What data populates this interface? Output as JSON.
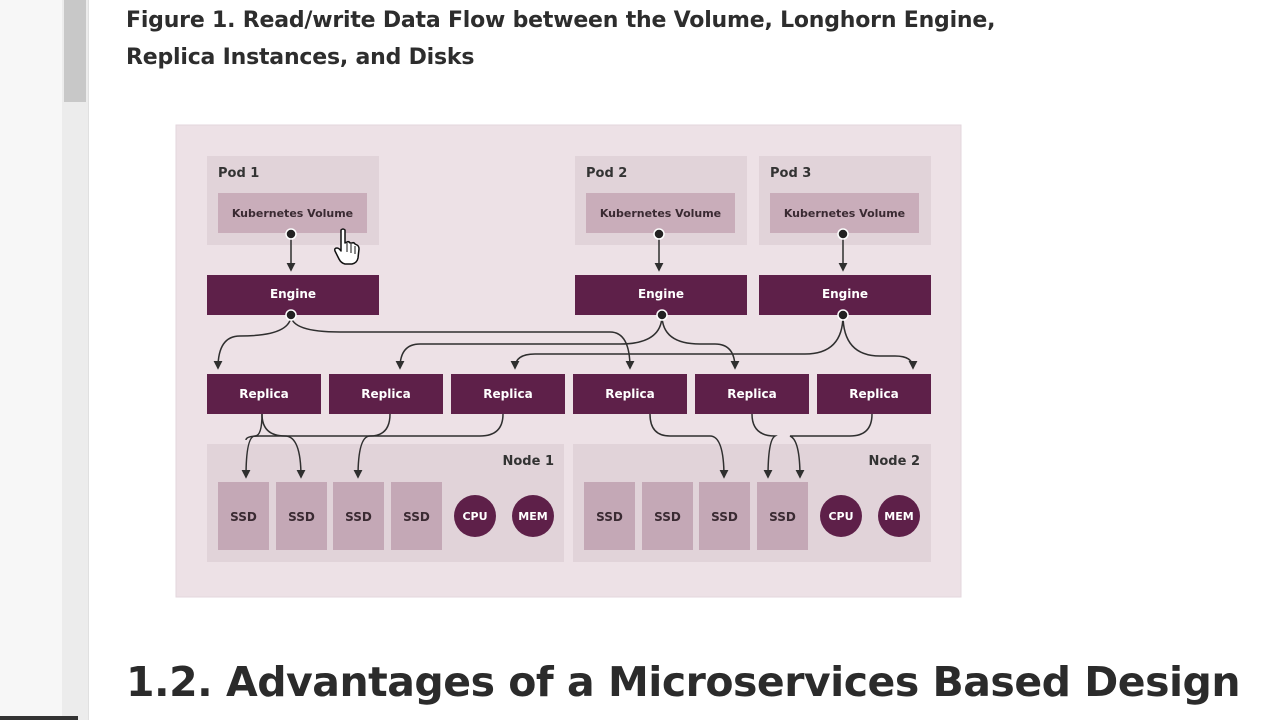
{
  "caption": "Figure 1. Read/write Data Flow between the Volume, Longhorn Engine, Replica Instances, and Disks",
  "section_heading": "1.2. Advantages of a Microservices Based Design",
  "colors": {
    "plum": "#5e2049",
    "panel": "#ede1e6",
    "group": "#e1d3d9",
    "box": "#c9adba",
    "ssd": "#c4a8b6"
  },
  "pods": [
    {
      "label": "Pod 1",
      "volume": "Kubernetes Volume",
      "engine": "Engine"
    },
    {
      "label": "Pod 2",
      "volume": "Kubernetes Volume",
      "engine": "Engine"
    },
    {
      "label": "Pod 3",
      "volume": "Kubernetes Volume",
      "engine": "Engine"
    }
  ],
  "replicas": [
    "Replica",
    "Replica",
    "Replica",
    "Replica",
    "Replica",
    "Replica"
  ],
  "nodes": [
    {
      "label": "Node 1",
      "ssds": [
        "SSD",
        "SSD",
        "SSD",
        "SSD"
      ],
      "cpu": "CPU",
      "mem": "MEM"
    },
    {
      "label": "Node 2",
      "ssds": [
        "SSD",
        "SSD",
        "SSD",
        "SSD"
      ],
      "cpu": "CPU",
      "mem": "MEM"
    }
  ],
  "icons": {
    "cursor": "hand-pointer-icon"
  }
}
